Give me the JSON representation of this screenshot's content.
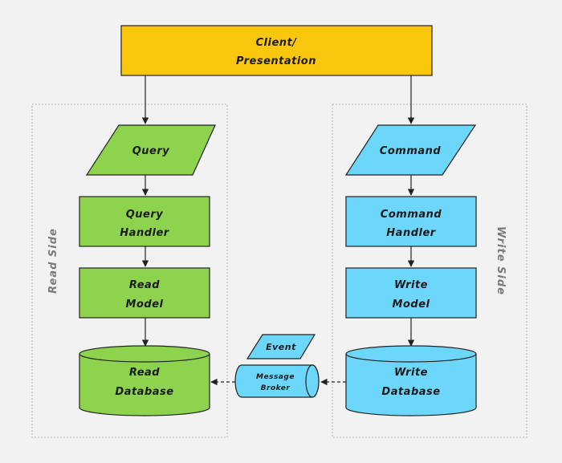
{
  "client": {
    "line1": "Client/",
    "line2": "Presentation"
  },
  "read_side": {
    "label": "Read Side",
    "query": "Query",
    "handler": {
      "line1": "Query",
      "line2": "Handler"
    },
    "model": {
      "line1": "Read",
      "line2": "Model"
    },
    "database": {
      "line1": "Read",
      "line2": "Database"
    }
  },
  "write_side": {
    "label": "Write Side",
    "command": "Command",
    "handler": {
      "line1": "Command",
      "line2": "Handler"
    },
    "model": {
      "line1": "Write",
      "line2": "Model"
    },
    "database": {
      "line1": "Write",
      "line2": "Database"
    }
  },
  "event": "Event",
  "broker": {
    "line1": "Message",
    "line2": "Broker"
  },
  "colors": {
    "client_fill": "#f9c80e",
    "read_fill": "#8ed34e",
    "write_fill": "#6dd6fb",
    "stroke": "#222222",
    "border": "#b5b5b5"
  }
}
